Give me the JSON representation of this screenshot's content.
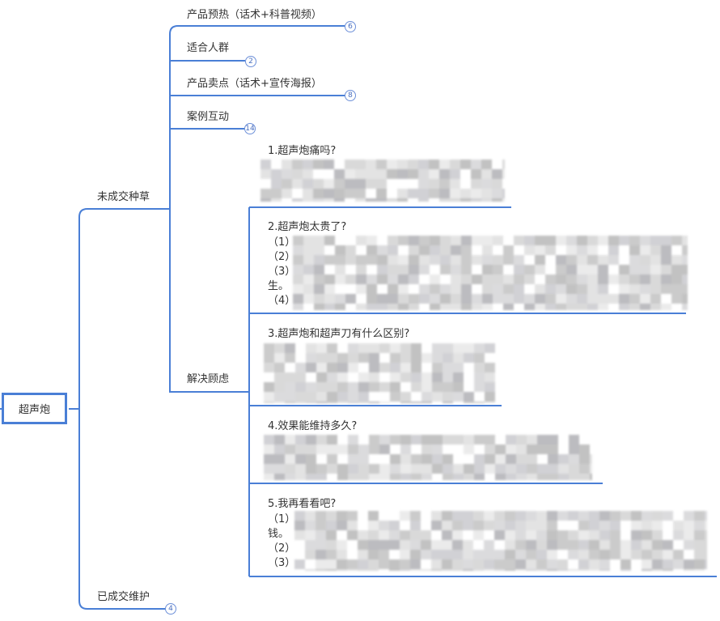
{
  "root": {
    "label": "超声炮"
  },
  "branches": {
    "uncompleted": {
      "label": "未成交种草"
    },
    "completed": {
      "label": "已成交维护",
      "badge": "4"
    }
  },
  "topics": [
    {
      "label": "产品预热（话术+科普视频）",
      "badge": "6"
    },
    {
      "label": "适合人群",
      "badge": "2"
    },
    {
      "label": "产品卖点（话术+宣传海报）",
      "badge": "8"
    },
    {
      "label": "案例互动",
      "badge": "14"
    },
    {
      "label": "解决顾虑"
    }
  ],
  "faq": [
    {
      "title": "1.超声炮痛吗?"
    },
    {
      "title": "2.超声炮太贵了?",
      "lines": [
        "（1）",
        "（2）",
        "（3）",
        "生。",
        "（4）"
      ]
    },
    {
      "title": "3.超声炮和超声刀有什么区别?"
    },
    {
      "title": "4.效果能维持多久?"
    },
    {
      "title": "5.我再看看吧?",
      "lines": [
        "（1）",
        "钱。",
        "（2）",
        "（3）"
      ]
    }
  ],
  "colors": {
    "line": "#4a7fd6",
    "badge_border": "#6c8fd8"
  }
}
